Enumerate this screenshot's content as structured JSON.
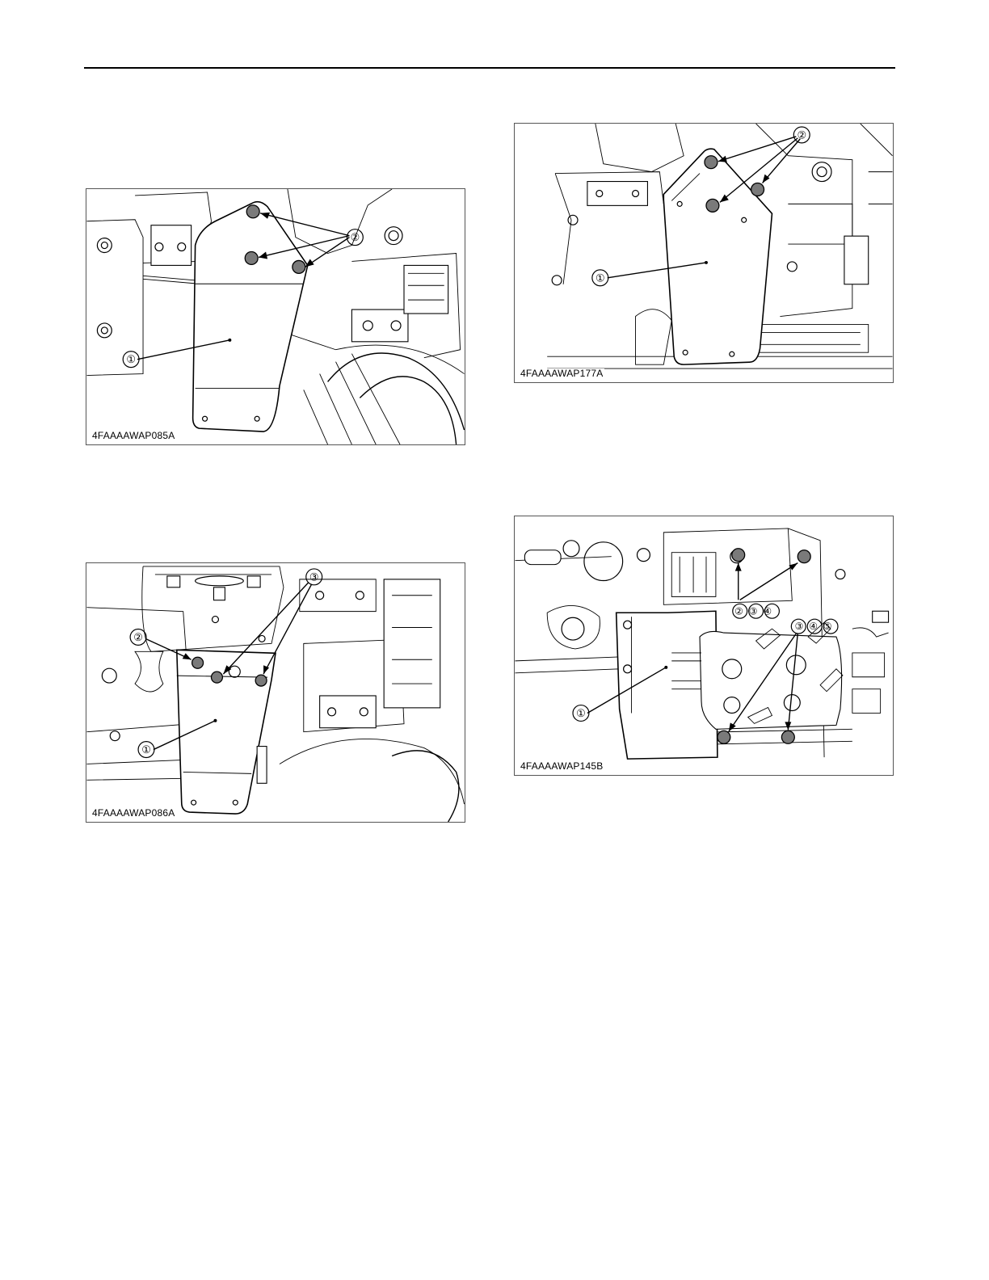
{
  "figures": [
    {
      "code": "4FAAAAWAP085A",
      "callouts": [
        "①",
        "②"
      ]
    },
    {
      "code": "4FAAAAWAP086A",
      "callouts": [
        "①",
        "②",
        "③"
      ]
    },
    {
      "code": "4FAAAAWAP177A",
      "callouts": [
        "①",
        "②"
      ]
    },
    {
      "code": "4FAAAAWAP145B",
      "callouts": [
        "①",
        "②③④",
        "③④⑤"
      ]
    }
  ]
}
